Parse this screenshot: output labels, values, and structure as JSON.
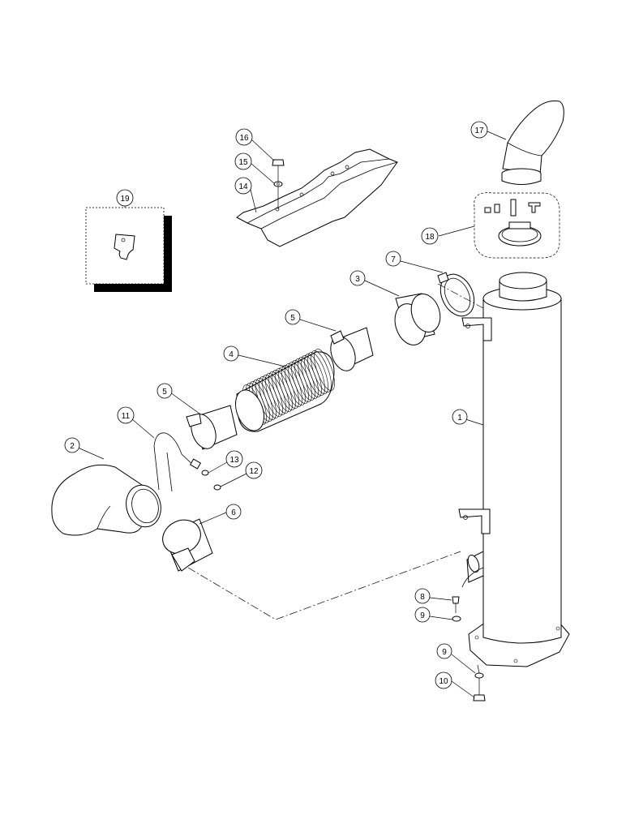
{
  "callouts": {
    "c1": "1",
    "c2": "2",
    "c3": "3",
    "c4": "4",
    "c5a": "5",
    "c5b": "5",
    "c6": "6",
    "c7": "7",
    "c8": "8",
    "c9a": "9",
    "c9b": "9",
    "c10": "10",
    "c11": "11",
    "c12": "12",
    "c13": "13",
    "c14": "14",
    "c15": "15",
    "c16": "16",
    "c17": "17",
    "c18": "18",
    "c19": "19"
  }
}
